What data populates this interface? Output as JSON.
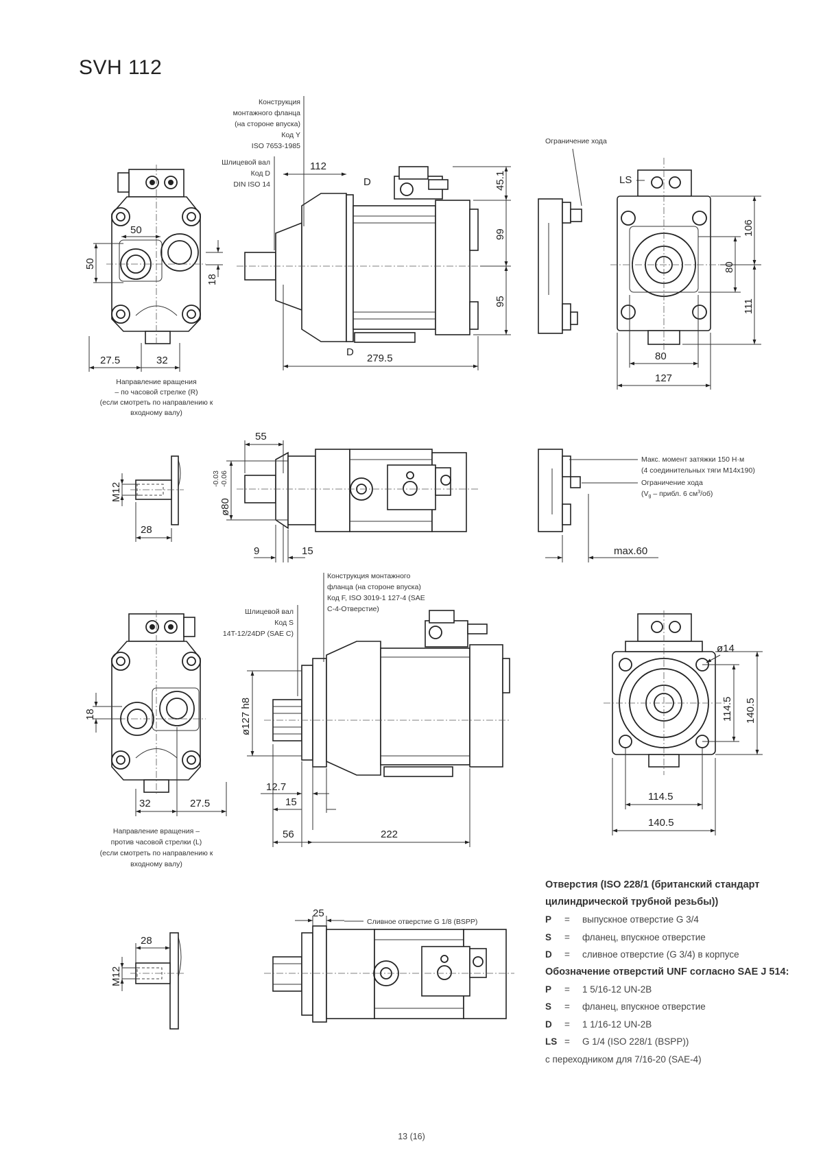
{
  "title": "SVH 112",
  "callouts": {
    "flange_top": [
      "Конструкция",
      "монтажного фланца",
      "(на стороне впуска)",
      "Код Y",
      "ISO 7653-1985"
    ],
    "shaft_top": [
      "Шлицевой вал",
      "Код D",
      "DIN ISO 14"
    ],
    "stroke_limit_top": "Ограничение хода",
    "rotation_cw": [
      "Направление вращения",
      "– по часовой стрелке (R)",
      "(если смотреть по направлению к",
      "входному валу)"
    ],
    "torque": [
      "Макс. момент затяжки 150 Н·м",
      "(4 соединительных тяги M14x190)"
    ],
    "stroke_limit_mid": [
      "Ограничение хода",
      "(V",
      "g",
      " – прибл. 6 см",
      "3",
      "/об)"
    ],
    "flange_bottom": [
      "Конструкция монтажного",
      "фланца (на стороне впуска)",
      "Код F, ISO 3019-1 127-4 (SAE",
      "C-4-Отверстие)"
    ],
    "shaft_bottom": [
      "Шлицевой вал",
      "Код S",
      "14T-12/24DP (SAE C)"
    ],
    "rotation_ccw": [
      "Направление вращения –",
      "против часовой стрелки (L)",
      "(если смотреть по направлению к",
      "входному валу)"
    ],
    "drain": "Сливное отверстие G 1/8 (BSPP)"
  },
  "labels": {
    "D": "D",
    "LS": "LS"
  },
  "dimensions": {
    "top_front": [
      "50",
      "50",
      "18",
      "27.5",
      "32"
    ],
    "top_side": [
      "112",
      "45.1",
      "99",
      "95",
      "279.5"
    ],
    "top_rear": [
      "106",
      "80",
      "111",
      "80",
      "127"
    ],
    "mid_shaft": [
      "M12",
      "28"
    ],
    "mid_side": [
      "55",
      "ø80",
      "-0.03",
      "-0.06",
      "9",
      "15"
    ],
    "mid_rear": [
      "max.60"
    ],
    "bot_front": [
      "18",
      "32",
      "27.5"
    ],
    "bot_side": [
      "ø127 h8",
      "12.7",
      "15",
      "56",
      "222"
    ],
    "bot_rear": [
      "ø14",
      "114.5",
      "140.5",
      "114.5",
      "140.5"
    ],
    "bot_shaft": [
      "28",
      "M12"
    ],
    "bot_side2": [
      "25"
    ]
  },
  "legend": {
    "header1": "Отверстия (ISO 228/1 (британский стандарт",
    "header1b": "цилиндрической трубной резьбы))",
    "rows1": [
      {
        "k": "P",
        "v": "выпускное отверстие G 3/4"
      },
      {
        "k": "S",
        "v": "фланец, впускное отверстие"
      },
      {
        "k": "D",
        "v": "сливное отверстие (G 3/4) в корпусе"
      }
    ],
    "header2": "Обозначение отверстий UNF согласно SAE J 514:",
    "rows2": [
      {
        "k": "P",
        "v": "1 5/16-12 UN-2B"
      },
      {
        "k": "S",
        "v": "фланец, впускное отверстие"
      },
      {
        "k": "D",
        "v": "1 1/16-12 UN-2B"
      },
      {
        "k": "LS",
        "v": "G 1/4 (ISO 228/1 (BSPP))"
      }
    ],
    "eq": "=",
    "footer": "с переходником для 7/16-20 (SAE-4)"
  },
  "page_number": "13 (16)"
}
